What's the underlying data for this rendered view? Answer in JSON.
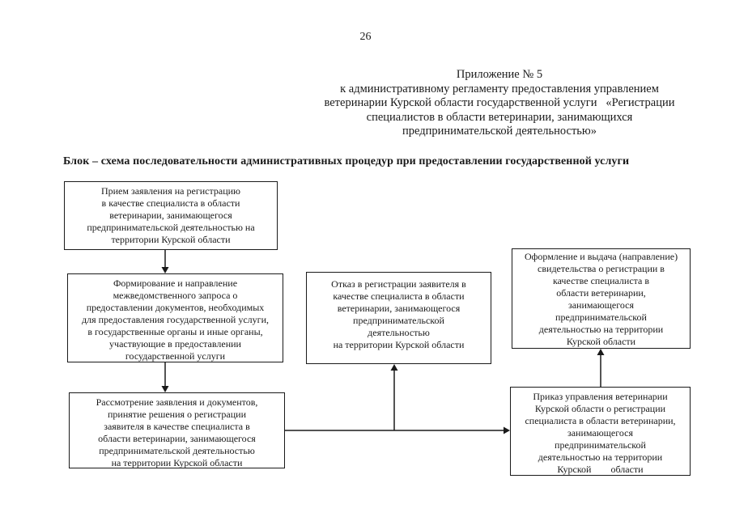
{
  "page": {
    "number": "26"
  },
  "header": {
    "lines": [
      "Приложение № 5",
      "к административному регламенту предоставления управлением",
      "ветеринарии Курской области государственной услуги   «Регистрации",
      "специалистов в области ветеринарии, занимающихся",
      "предпринимательской деятельностью»"
    ]
  },
  "title": "Блок – схема последовательности административных процедур при предоставлении государственной услуги",
  "flowchart": {
    "boxes": {
      "reception": {
        "lines": [
          "Прием заявления на регистрацию",
          "в качестве специалиста в области",
          "ветеринарии, занимающегося",
          "предпринимательской деятельностью на",
          "территории Курской области"
        ]
      },
      "request": {
        "lines": [
          "Формирование и направление",
          "межведомственного запроса о",
          "предоставлении документов, необходимых",
          "для предоставления государственной услуги,",
          "в государственные органы и иные органы,",
          "участвующие в предоставлении",
          "государственной услуги"
        ]
      },
      "review": {
        "lines": [
          "Рассмотрение заявления и документов,",
          "принятие решения о регистрации",
          "заявителя в качестве специалиста в",
          "области ветеринарии, занимающегося",
          "предпринимательской деятельностью",
          "на территории Курской области"
        ]
      },
      "refusal": {
        "lines": [
          "Отказ в регистрации заявителя в",
          "качестве специалиста в области",
          "ветеринарии, занимающегося",
          "предпринимательской",
          "деятельностью",
          "на территории Курской области"
        ]
      },
      "certificate": {
        "lines": [
          "Оформление и выдача (направление)",
          "свидетельства о регистрации в",
          "качестве специалиста в",
          "области ветеринарии,",
          "занимающегося",
          "предпринимательской",
          "деятельностью на территории",
          "Курской области"
        ]
      },
      "order": {
        "lines": [
          "Приказ управления ветеринарии",
          "Курской области о регистрации",
          "специалиста в области ветеринарии,",
          "занимающегося",
          "предпринимательской",
          "деятельностью на территории",
          "Курской        области"
        ]
      }
    }
  },
  "colors": {
    "ink": "#1a1a1a",
    "paper": "#ffffff"
  }
}
